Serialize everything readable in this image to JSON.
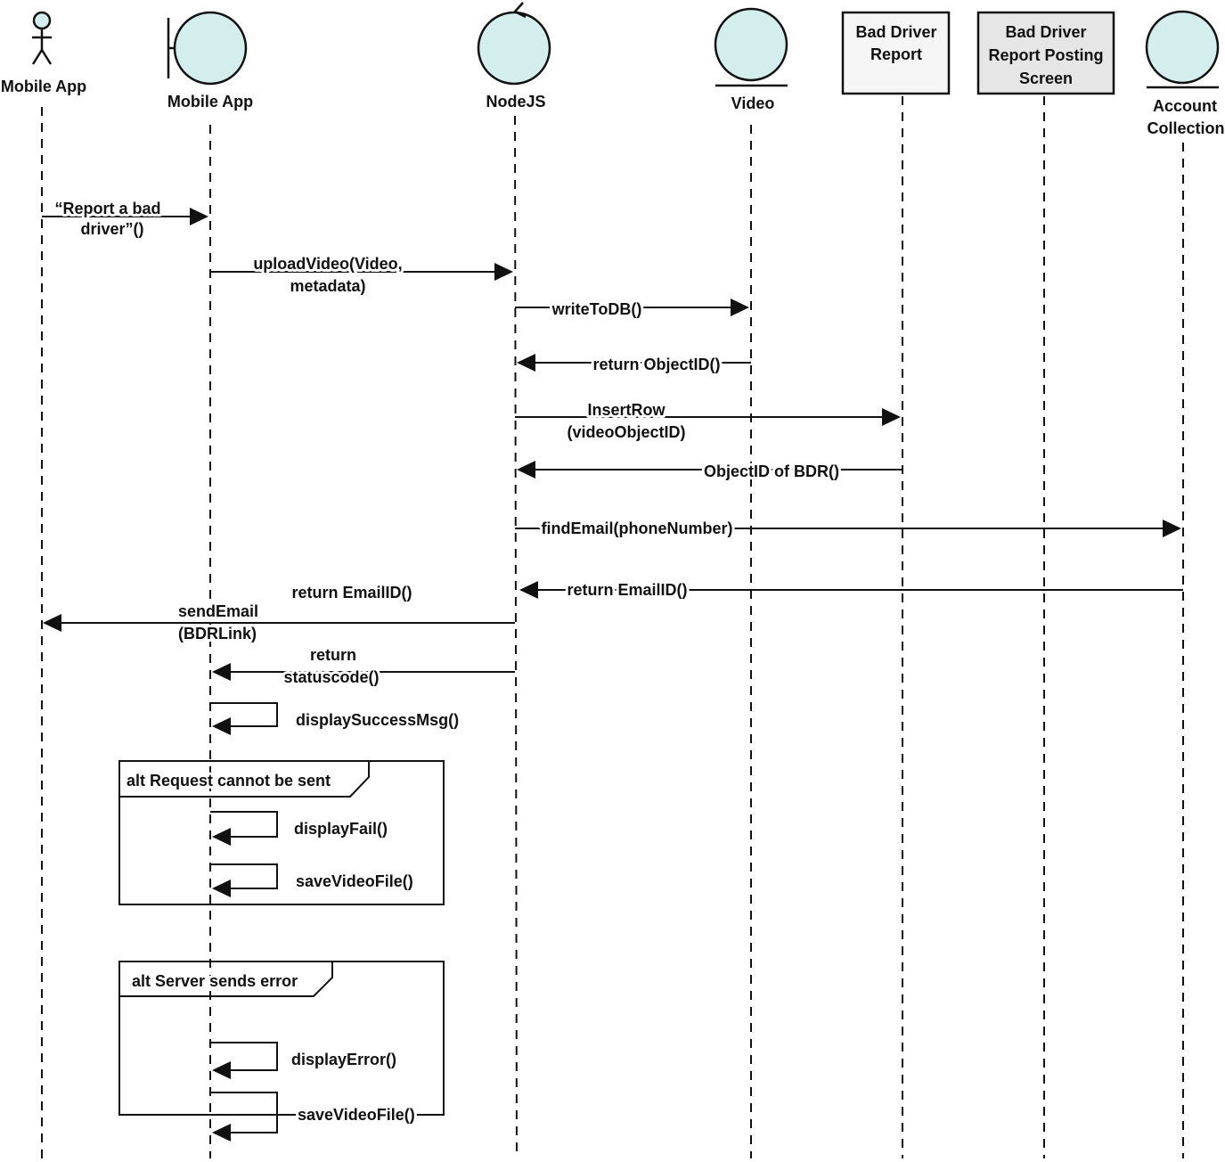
{
  "colors": {
    "entity_fill": "#d4eeee",
    "box_fill": "#f5f5f5",
    "box_fill_grey": "#e6e6e6",
    "line": "#111111"
  },
  "participants": [
    {
      "id": "actor",
      "kind": "actor",
      "label": "Mobile App"
    },
    {
      "id": "mobile",
      "kind": "boundary",
      "label": "Mobile App"
    },
    {
      "id": "node",
      "kind": "control",
      "label": "NodeJS"
    },
    {
      "id": "video",
      "kind": "entity",
      "label": "Video"
    },
    {
      "id": "bdr",
      "kind": "box",
      "label_lines": [
        "Bad Driver",
        "Report"
      ]
    },
    {
      "id": "bdrps",
      "kind": "box",
      "label_lines": [
        "Bad Driver",
        "Report Posting",
        "Screen"
      ]
    },
    {
      "id": "account",
      "kind": "entity",
      "label_lines": [
        "Account",
        "Collection"
      ]
    }
  ],
  "messages": [
    {
      "from": "actor",
      "to": "mobile",
      "label_lines": [
        "“Report a bad",
        "driver”()"
      ]
    },
    {
      "from": "mobile",
      "to": "node",
      "label_lines": [
        "uploadVideo(Video,",
        "metadata)"
      ]
    },
    {
      "from": "node",
      "to": "video",
      "label_lines": [
        "writeToDB()"
      ]
    },
    {
      "from": "video",
      "to": "node",
      "label_lines": [
        "return ObjectID()"
      ]
    },
    {
      "from": "node",
      "to": "bdr",
      "label_lines": [
        "InsertRow",
        "(videoObjectID)"
      ]
    },
    {
      "from": "bdr",
      "to": "node",
      "label_lines": [
        "ObjectID of BDR()"
      ]
    },
    {
      "from": "node",
      "to": "account",
      "label_lines": [
        "findEmail(phoneNumber)"
      ]
    },
    {
      "from": "account",
      "to": "node",
      "label_lines": [
        "return EmailID()"
      ]
    },
    {
      "from": "node",
      "to": "actor",
      "label_lines": [
        "return EmailID()"
      ]
    },
    {
      "from": "node",
      "to": "actor",
      "label_lines": [
        "sendEmail",
        "(BDRLink)"
      ]
    },
    {
      "from": "node",
      "to": "mobile",
      "label_lines": [
        "return",
        "statuscode()"
      ]
    },
    {
      "from": "mobile",
      "to": "mobile",
      "label_lines": [
        "displaySuccessMsg()"
      ]
    }
  ],
  "fragments": [
    {
      "title": "alt Request cannot be sent",
      "messages": [
        {
          "from": "mobile",
          "to": "mobile",
          "label_lines": [
            "displayFail()"
          ]
        },
        {
          "from": "mobile",
          "to": "mobile",
          "label_lines": [
            "saveVideoFile()"
          ]
        }
      ]
    },
    {
      "title": "alt Server sends error",
      "messages": [
        {
          "from": "mobile",
          "to": "mobile",
          "label_lines": [
            "displayError()"
          ]
        },
        {
          "from": "mobile",
          "to": "mobile",
          "label_lines": [
            "saveVideoFile()"
          ]
        }
      ]
    }
  ]
}
